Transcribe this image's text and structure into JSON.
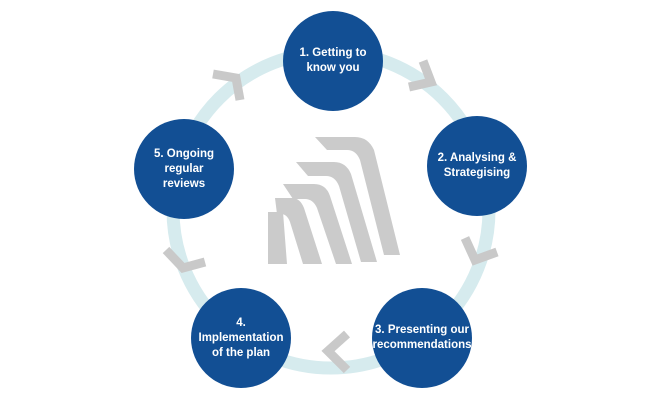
{
  "colors": {
    "ring": "#d6ebee",
    "step_fill": "#124f94",
    "step_text": "#ffffff",
    "arrow": "#c9c9c9",
    "logo": "#cbcbcb"
  },
  "icons": {
    "center_logo": "stacked-a-chevrons-logo",
    "arrows": "chevron-arrow-icon"
  },
  "steps": [
    {
      "label": "1. Getting to\nknow you"
    },
    {
      "label": "2. Analysing &\nStrategising"
    },
    {
      "label": "3. Presenting our\nrecommendations"
    },
    {
      "label": "4. Implementation\nof the plan"
    },
    {
      "label": "5. Ongoing\nregular\nreviews"
    }
  ]
}
